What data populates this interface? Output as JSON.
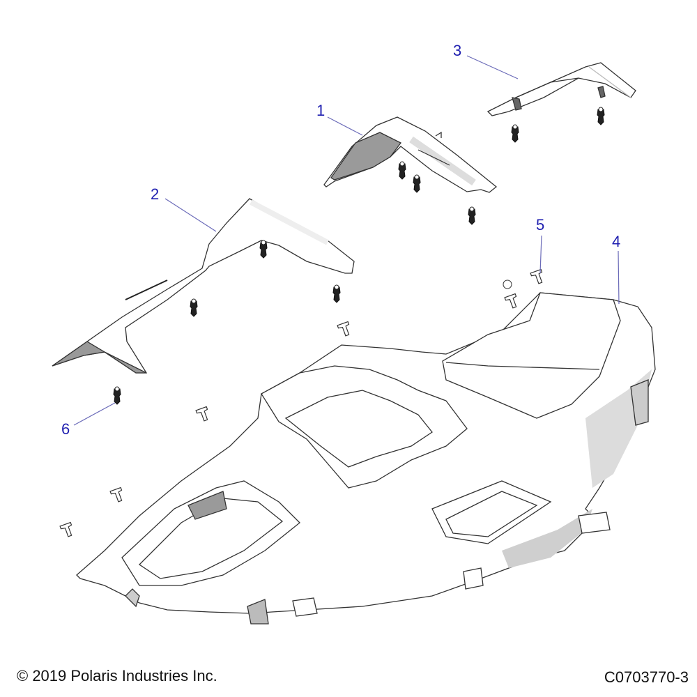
{
  "diagram": {
    "title": "Polaris body panels exploded view",
    "colors": {
      "callout": "#1f1fb0",
      "leader": "#6a6ab8",
      "line": "#222222",
      "shade": "#bfbfbf",
      "fill": "#ffffff"
    },
    "callouts": [
      {
        "id": "1",
        "label": "1",
        "part": "center trim panel"
      },
      {
        "id": "2",
        "label": "2",
        "part": "left trim panel"
      },
      {
        "id": "3",
        "label": "3",
        "part": "right trim panel"
      },
      {
        "id": "4",
        "label": "4",
        "part": "main body tub"
      },
      {
        "id": "5",
        "label": "5",
        "part": "push rivet"
      },
      {
        "id": "6",
        "label": "6",
        "part": "panel clip"
      }
    ]
  },
  "footer": {
    "copyright": "© 2019 Polaris Industries Inc.",
    "part_code": "C0703770-3"
  }
}
